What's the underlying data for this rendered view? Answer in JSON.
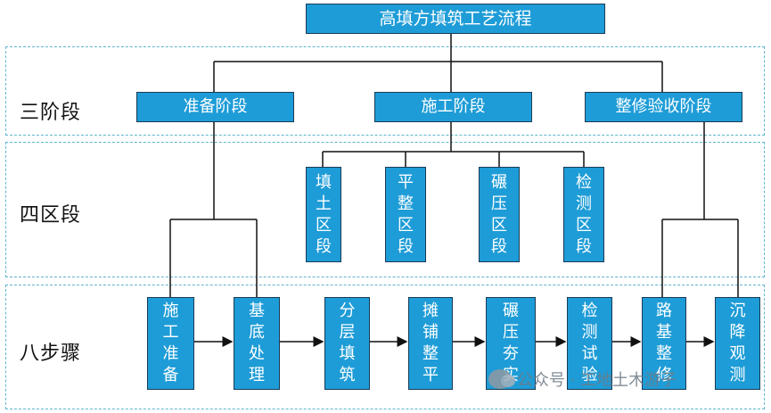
{
  "title": "高填方填筑工艺流程",
  "bands": {
    "stages_label": "三阶段",
    "zones_label": "四区段",
    "steps_label": "八步骤"
  },
  "stages": [
    "准备阶段",
    "施工阶段",
    "整修验收阶段"
  ],
  "zones": [
    [
      "填",
      "土",
      "区",
      "段"
    ],
    [
      "平",
      "整",
      "区",
      "段"
    ],
    [
      "碾",
      "压",
      "区",
      "段"
    ],
    [
      "检",
      "测",
      "区",
      "段"
    ]
  ],
  "steps": [
    [
      "施",
      "工",
      "准",
      "备"
    ],
    [
      "基",
      "底",
      "处",
      "理"
    ],
    [
      "分",
      "层",
      "填",
      "筑"
    ],
    [
      "摊",
      "铺",
      "整",
      "平"
    ],
    [
      "碾",
      "压",
      "夯",
      "实"
    ],
    [
      "检",
      "测",
      "试",
      "验"
    ],
    [
      "路",
      "基",
      "整",
      "修"
    ],
    [
      "沉",
      "降",
      "观",
      "测"
    ]
  ],
  "watermark": "公众号 · 工地土木游子",
  "colors": {
    "box_fill": "#1e9cd7",
    "box_border": "#1a3b55",
    "band_border": "#5fb3cf"
  }
}
